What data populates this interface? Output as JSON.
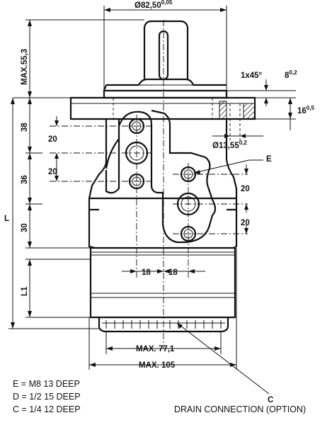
{
  "dimensions": {
    "body_diameter": {
      "value": "Ø82,50",
      "tolerance": "0,05"
    },
    "max_height": "MAX.55,3",
    "chamfer": "1x45°",
    "flange_thickness_small": {
      "value": "8",
      "tolerance": "0,2"
    },
    "flange_thickness": {
      "value": "16",
      "tolerance": "0,5"
    },
    "hole_diameter": {
      "value": "Ø13,55",
      "tolerance": "0,2"
    },
    "side_38": "38",
    "side_36": "36",
    "side_30": "30",
    "side_L": "L",
    "side_L1": "L1",
    "offset_20_a": "20",
    "offset_20_b": "20",
    "offset_20_c": "20",
    "offset_20_d": "20",
    "center_18_left": "18",
    "center_18_right": "18",
    "max_77": "MAX. 77,1",
    "max_105": "MAX. 105"
  },
  "callouts": {
    "E": "E",
    "C": "C",
    "drain": "DRAIN CONNECTION (OPTION)"
  },
  "legend": [
    "E = M8 13 DEEP",
    "D = 1/2 15 DEEP",
    "C = 1/4 12 DEEP"
  ]
}
